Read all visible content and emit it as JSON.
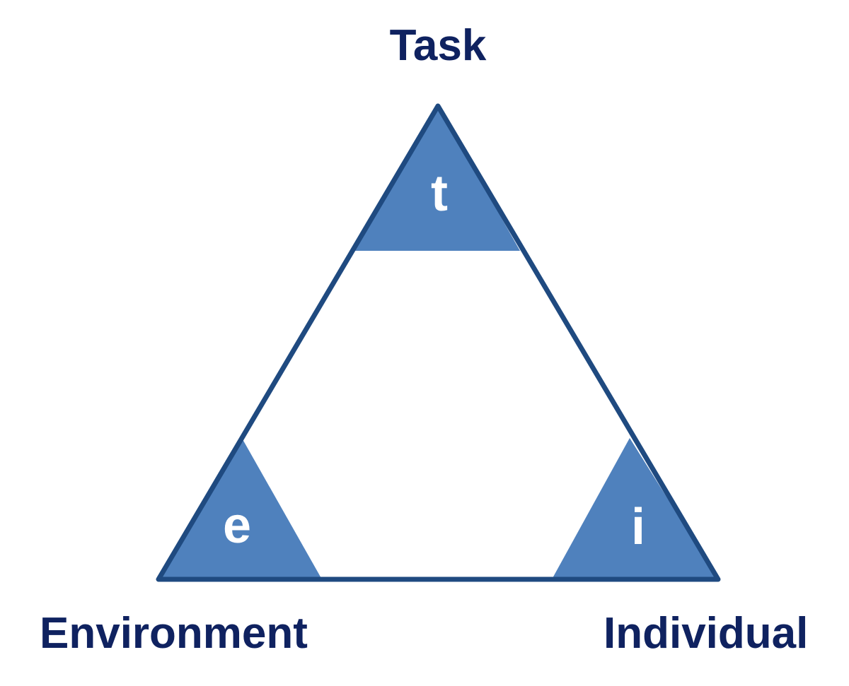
{
  "diagram": {
    "vertices": {
      "top": {
        "label": "Task",
        "letter": "t"
      },
      "bottom_left": {
        "label": "Environment",
        "letter": "e"
      },
      "bottom_right": {
        "label": "Individual",
        "letter": "i"
      }
    },
    "colors": {
      "outline": "#1f4a80",
      "corner_fill": "#4f81bd",
      "label_text": "#0f2260",
      "letter_text": "#ffffff"
    }
  }
}
